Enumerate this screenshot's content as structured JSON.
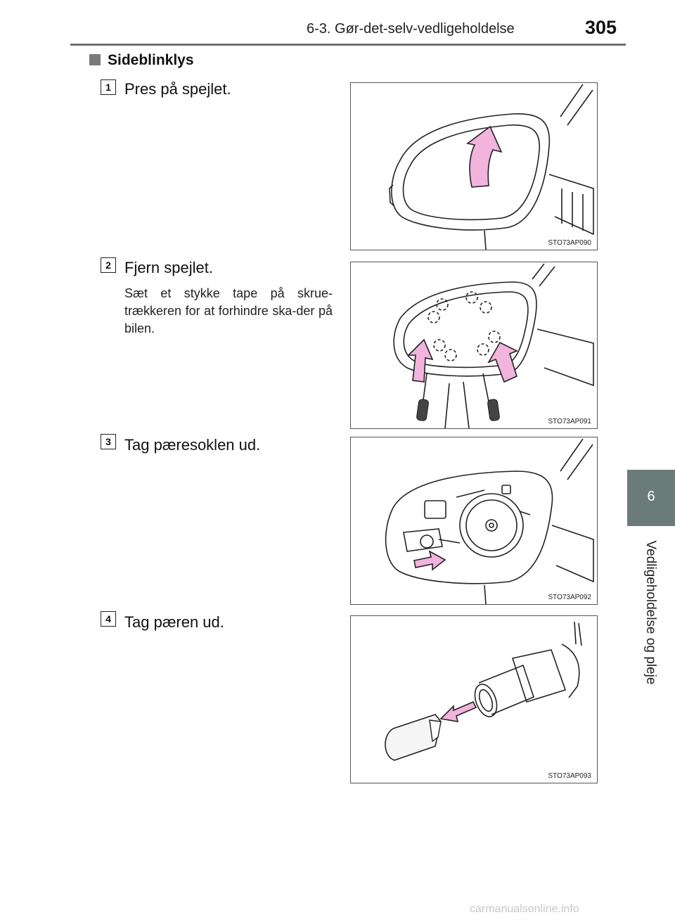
{
  "header": {
    "section_title": "6-3. Gør-det-selv-vedligeholdelse",
    "page_number": "305"
  },
  "side_tab": {
    "chapter_number": "6",
    "chapter_label": "Vedligeholdelse og pleje"
  },
  "section": {
    "title": "Sideblinklys"
  },
  "steps": [
    {
      "number": "1",
      "title": "Pres på spejlet.",
      "note": "",
      "figure_code": "STO73AP090"
    },
    {
      "number": "2",
      "title": "Fjern spejlet.",
      "note": "Sæt et stykke tape på skrue-trækkeren for at forhindre ska-der på bilen.",
      "figure_code": "STO73AP091"
    },
    {
      "number": "3",
      "title": "Tag pæresoklen ud.",
      "note": "",
      "figure_code": "STO73AP092"
    },
    {
      "number": "4",
      "title": "Tag pæren ud.",
      "note": "",
      "figure_code": "STO73AP093"
    }
  ],
  "colors": {
    "arrow_pink": "#f2b3dc",
    "side_tab": "#6b7b78"
  },
  "watermark": "carmanualsonline.info"
}
